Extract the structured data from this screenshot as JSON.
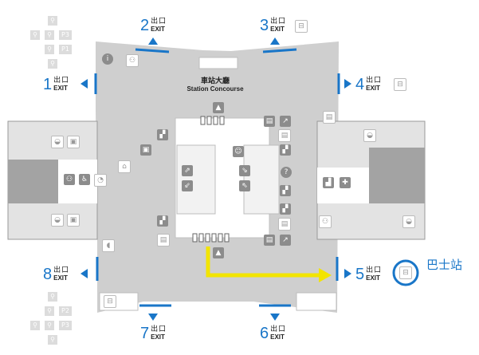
{
  "concourse": {
    "name_zh": "車站大廳",
    "name_en": "Station Concourse"
  },
  "exits": [
    {
      "id": "1",
      "zh": "出口",
      "en": "EXIT"
    },
    {
      "id": "2",
      "zh": "出口",
      "en": "EXIT"
    },
    {
      "id": "3",
      "zh": "出口",
      "en": "EXIT"
    },
    {
      "id": "4",
      "zh": "出口",
      "en": "EXIT"
    },
    {
      "id": "5",
      "zh": "出口",
      "en": "EXIT"
    },
    {
      "id": "6",
      "zh": "出口",
      "en": "EXIT"
    },
    {
      "id": "7",
      "zh": "出口",
      "en": "EXIT"
    },
    {
      "id": "8",
      "zh": "出口",
      "en": "EXIT"
    }
  ],
  "bus_station_label": "巴士站",
  "parking_top": [
    "P3",
    "P1"
  ],
  "parking_bottom": [
    "P2",
    "P3"
  ],
  "colors": {
    "accent": "#1976c8",
    "route": "#f2e400",
    "floor": "#cfcfcf",
    "side": "#e3e3e3",
    "dark": "#a3a3a3"
  }
}
